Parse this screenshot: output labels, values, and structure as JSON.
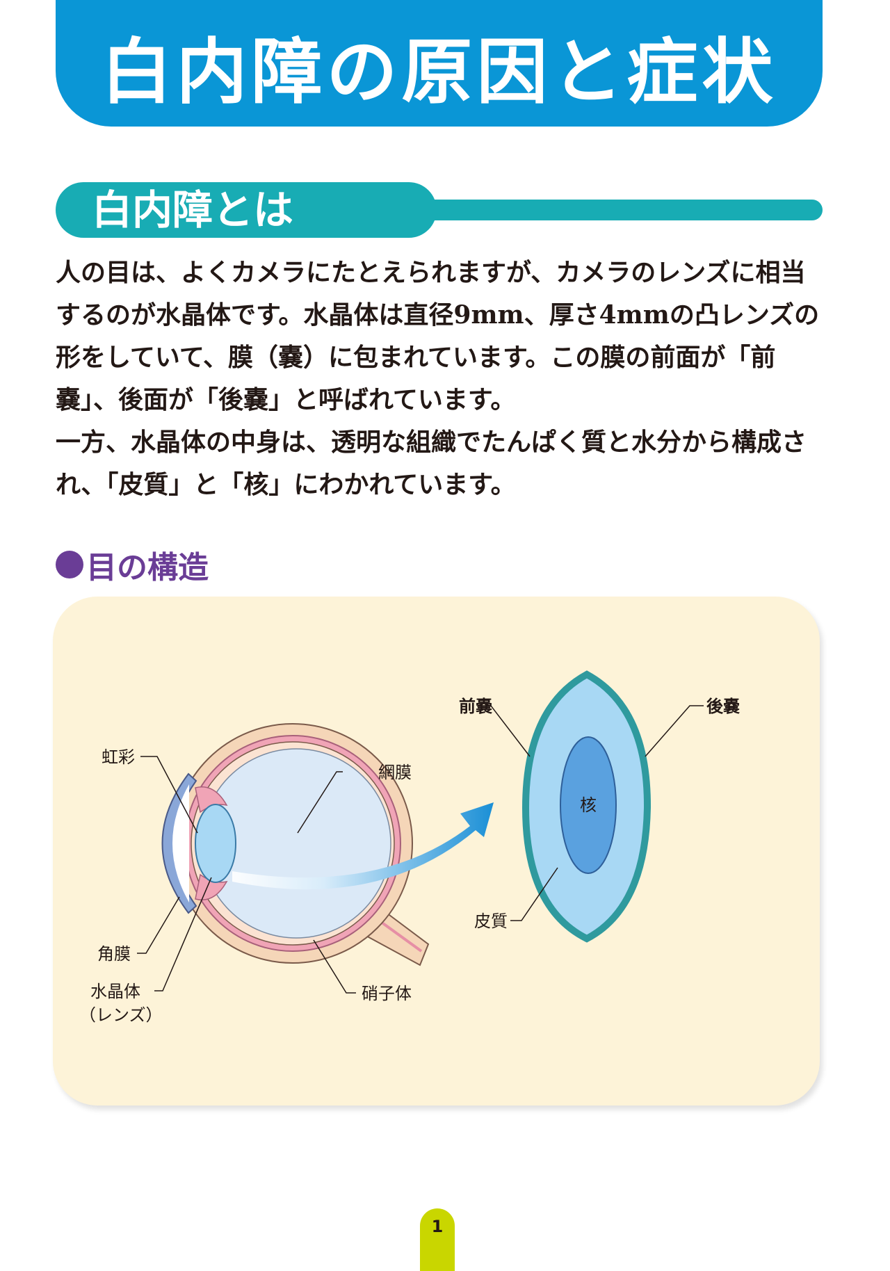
{
  "header": {
    "title": "白内障の原因と症状"
  },
  "section": {
    "heading": "白内障とは"
  },
  "body": {
    "paragraph1": "人の目は、よくカメラにたとえられますが、カメラのレンズに相当するのが水晶体です。水晶体は直径9mm、厚さ4mmの凸レンズの形をしていて、膜（嚢）に包まれています。この膜の前面が「前嚢」、後面が「後嚢」と呼ばれています。",
    "paragraph2": "一方、水晶体の中身は、透明な組織でたんぱく質と水分から構成され、「皮質」と「核」にわかれています。"
  },
  "diagram": {
    "heading": "目の構造",
    "labels": {
      "iris": "虹彩",
      "retina": "網膜",
      "cornea": "角膜",
      "lens_line1": "水晶体",
      "lens_line2": "（レンズ）",
      "vitreous": "硝子体",
      "anterior_capsule": "前嚢",
      "posterior_capsule": "後嚢",
      "nucleus": "核",
      "cortex": "皮質"
    },
    "colors": {
      "panel": "#fdf3d8",
      "sclera": "#f5d6b8",
      "choroid": "#f0a4b6",
      "vitreous": "#dbe9f7",
      "cornea": "#8aa7d8",
      "lens_outer": "#a8d8f4",
      "lens_rim": "#2f9a9e",
      "nucleus": "#5aa1df",
      "arrow": "#1a8fd6"
    }
  },
  "footer": {
    "page_number": "1"
  }
}
